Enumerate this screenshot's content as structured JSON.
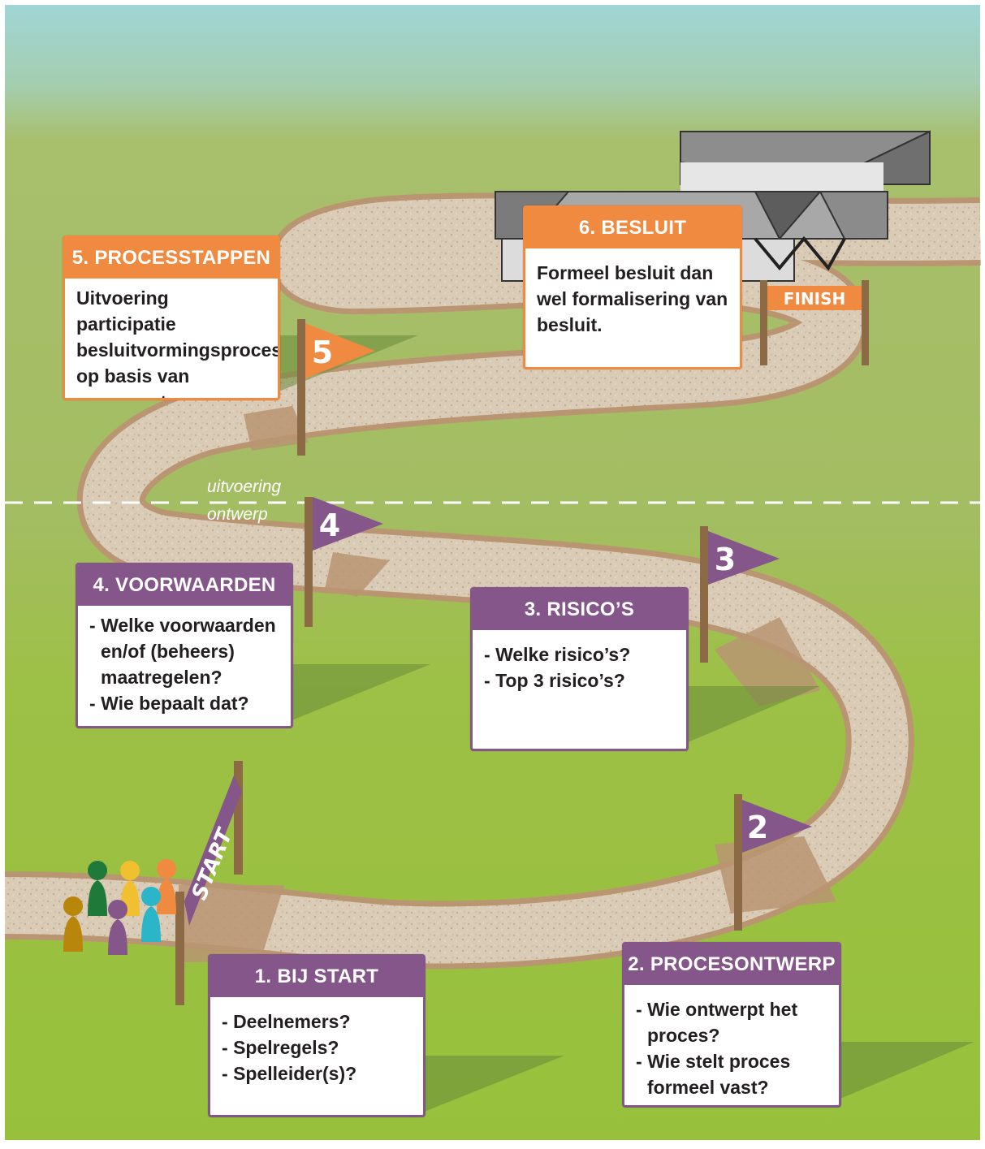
{
  "colors": {
    "sky": "#9fd6d6",
    "grass_top": "#a5bf6a",
    "grass_bottom": "#97c13c",
    "path": "#d8c9b3",
    "path_edge": "#b99572",
    "purple": "#85568a",
    "orange": "#f08a40",
    "pole": "#8b6a45"
  },
  "divider": {
    "above_label": "uitvoering",
    "below_label": "ontwerp"
  },
  "flags": [
    {
      "number": "2",
      "color": "#85568a"
    },
    {
      "number": "3",
      "color": "#85568a"
    },
    {
      "number": "4",
      "color": "#85568a"
    },
    {
      "number": "5",
      "color": "#f08a40"
    }
  ],
  "start_banner": "START",
  "finish_banner": "FINISH",
  "pawn_colors": [
    "#b8860b",
    "#1f7a3a",
    "#f0c030",
    "#85568a",
    "#2bb5c8",
    "#f08a40"
  ],
  "cards": {
    "start": {
      "title": "1. BIJ START",
      "items": [
        "Deelnemers?",
        "Spelregels?",
        "Spelleider(s)?"
      ]
    },
    "procesontwerp": {
      "title": "2. PROCESONTWERP",
      "items": [
        "Wie ontwerpt het proces?",
        "Wie stelt proces formeel vast?"
      ]
    },
    "risicos": {
      "title": "3. RISICO’S",
      "items": [
        "Welke risico’s?",
        "Top 3 risico’s?"
      ]
    },
    "voorwaarden": {
      "title": "4. VOORWAARDEN",
      "items": [
        "Welke voorwaarden en/of (beheers) maatregelen?",
        "Wie bepaalt dat?"
      ]
    },
    "processtappen": {
      "title": "5. PROCESSTAPPEN",
      "text": "Uitvoering participatie besluitvormingsproces op basis van procesontwerp."
    },
    "besluit": {
      "title": "6. BESLUIT",
      "text": "Formeel besluit dan wel formalisering van besluit."
    }
  }
}
